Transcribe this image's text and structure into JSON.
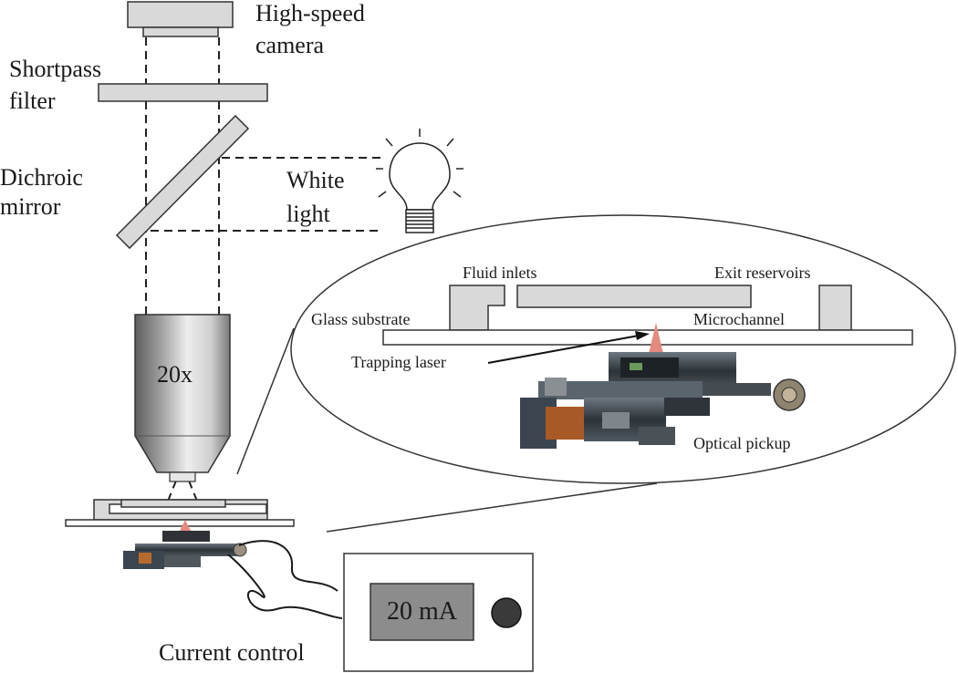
{
  "camera": {
    "label_line1": "High-speed",
    "label_line2": "camera"
  },
  "filter": {
    "label_line1": "Shortpass",
    "label_line2": "filter"
  },
  "mirror": {
    "label_line1": "Dichroic",
    "label_line2": "mirror"
  },
  "lamp": {
    "label_line1": "White",
    "label_line2": "light"
  },
  "objective": {
    "label": "20x"
  },
  "inset": {
    "fluid_inlets": "Fluid inlets",
    "exit_reservoirs": "Exit reservoirs",
    "glass_substrate": "Glass substrate",
    "microchannel": "Microchannel",
    "trapping_laser": "Trapping laser",
    "optical_pickup": "Optical pickup"
  },
  "controller": {
    "readout": "20 mA",
    "label": "Current control"
  },
  "colors": {
    "part_fill": "#d9d9d9",
    "outline": "#333333",
    "laser": "#e58a80",
    "display": "#8c8c8c",
    "knob": "#3a3a3a"
  }
}
